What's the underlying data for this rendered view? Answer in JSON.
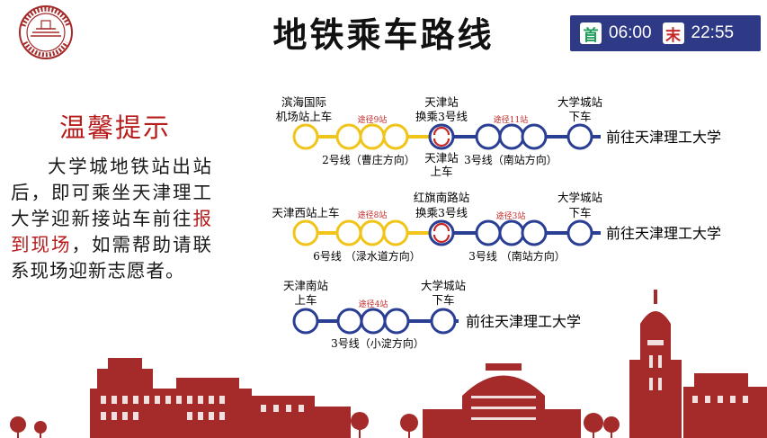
{
  "title": "地铁乘车路线",
  "schedule": {
    "first_badge": "首",
    "first_time": "06:00",
    "last_badge": "末",
    "last_time": "22:55"
  },
  "tip": {
    "title": "温馨提示",
    "text_before": "大学城地铁站出站后，即可乘坐天津理工大学迎新接站车前往",
    "highlight": "报到现场",
    "text_after": "，如需帮助请联系现场迎新志愿者。"
  },
  "colors": {
    "line2_yellow": "#f0c419",
    "line3_blue": "#2a3f94",
    "line6_yellow": "#f0c419",
    "accent_red": "#b71c1c",
    "building_red": "#a52a2a"
  },
  "routes": [
    {
      "start_label": "滨海国际",
      "start_label2": "机场站上车",
      "via1": "途径9站",
      "transfer_label": "天津站",
      "transfer_label2": "换乘3号线",
      "transfer_below": "天津站",
      "transfer_below2": "上车",
      "via2": "途径11站",
      "end_label": "大学城站",
      "end_label2": "下车",
      "dest": "前往天津理工大学",
      "line1_text": "2号线（曹庄方向）",
      "line2_text": "3号线（南站方向）"
    },
    {
      "start_label": "天津西站上车",
      "via1": "途径8站",
      "transfer_label": "红旗南路站",
      "transfer_label2": "换乘3号线",
      "via2": "途径3站",
      "end_label": "大学城站",
      "end_label2": "下车",
      "dest": "前往天津理工大学",
      "line1_text": "6号线 （渌水道方向）",
      "line2_text": "3号线 （南站方向）"
    },
    {
      "start_label": "天津南站",
      "start_label2": "上车",
      "via1": "途径4站",
      "end_label": "大学城站",
      "end_label2": "下车",
      "dest": "前往天津理工大学",
      "line1_text": "3号线（小淀方向）"
    }
  ]
}
